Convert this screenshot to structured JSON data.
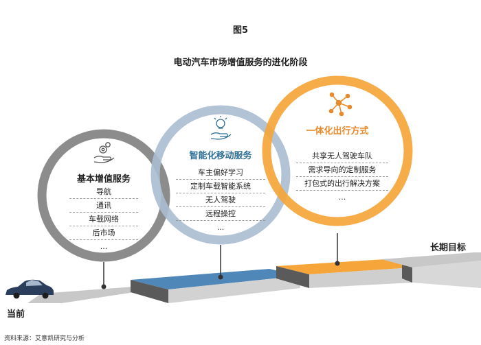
{
  "figure_label": "图5",
  "title": "电动汽车市场增值服务的进化阶段",
  "start_label": "当前",
  "goal_label": "长期目标",
  "source": "资料来源：艾意凯研究与分析",
  "colors": {
    "stage1": "#8c8c8c",
    "stage2": "#a9bdd0",
    "stage3": "#f5a53a",
    "stage2_title": "#2f6f96",
    "stage3_title": "#e8892a"
  },
  "stages": [
    {
      "title": "基本增值服务",
      "icon": "gears-hand-icon",
      "items": [
        "导航",
        "通讯",
        "车载网络",
        "后市场",
        "..."
      ]
    },
    {
      "title": "智能化移动服务",
      "icon": "lightbulb-hand-icon",
      "items": [
        "车主偏好学习",
        "定制车载智能系统",
        "无人驾驶",
        "远程操控",
        "..."
      ]
    },
    {
      "title": "一体化出行方式",
      "icon": "network-icon",
      "items": [
        "共享无人驾驶车队",
        "需求导向的定制服务",
        "打包式的出行解决方案",
        "..."
      ]
    }
  ]
}
